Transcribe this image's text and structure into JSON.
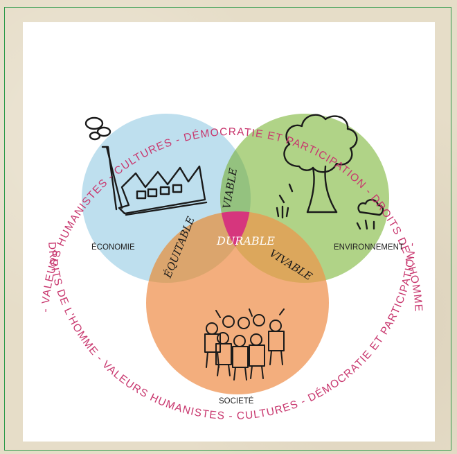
{
  "ring": {
    "top_text": "- VALEURS HUMANISTES - CULTURES - DÉMOCRATIE ET PARTICIPATION - DROITS DE L'HOMME",
    "bottom_text": "DROITS DE L'HOMME - VALEURS HUMANISTES - CULTURES - DÉMOCRATIE ET PARTICIPATION -"
  },
  "circles": {
    "economy": {
      "label": "ÉCONOMIE",
      "color": "#b9dced"
    },
    "environment": {
      "label": "ENVIRONNEMENT",
      "color": "#a9cf7d"
    },
    "society": {
      "label": "SOCIETÉ",
      "color": "#f2a772"
    }
  },
  "intersections": {
    "viable": "VIABLE",
    "equitable": "ÉQUITABLE",
    "vivable": "VIVABLE",
    "durable": "DURABLE",
    "durable_color": "#d6367d"
  },
  "accent_color": "#c8376e",
  "frame_color": "#2e9a4a"
}
